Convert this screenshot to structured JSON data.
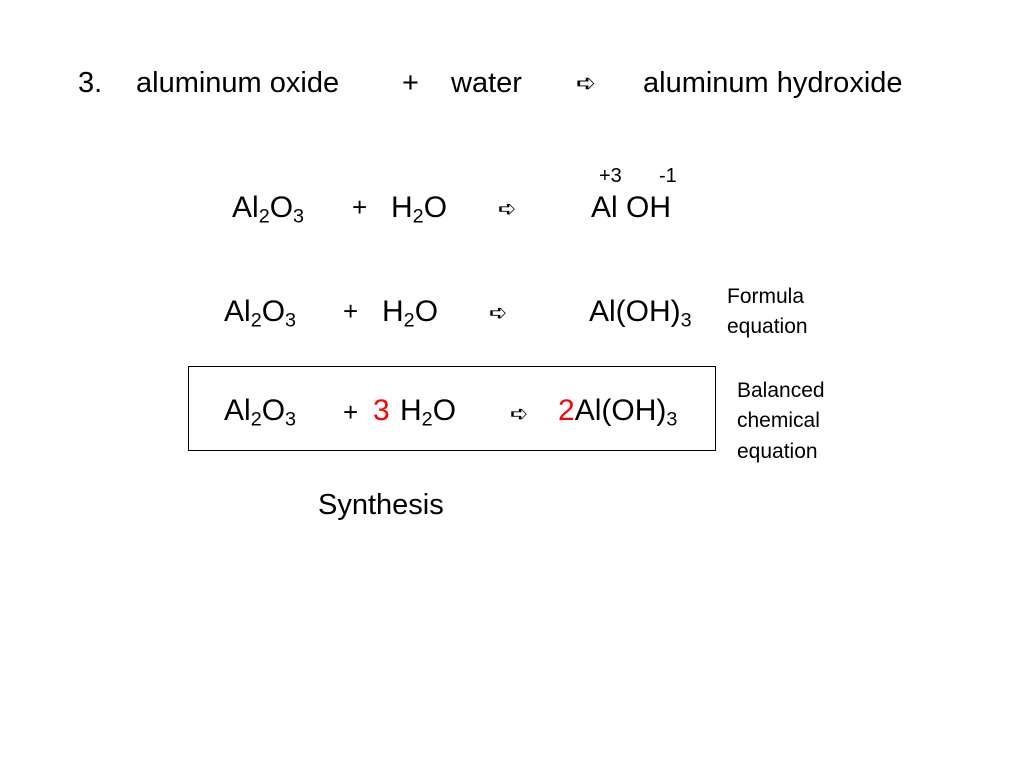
{
  "title": {
    "number": "3.",
    "reactant1": "aluminum oxide",
    "plus": "+",
    "reactant2": "water",
    "arrow": "➪",
    "product": "aluminum hydroxide"
  },
  "charges": {
    "al": "+3",
    "oh": "-1"
  },
  "equations": [
    {
      "r1": {
        "a": "Al",
        "s1": "2",
        "b": "O",
        "s2": "3"
      },
      "plus": "+",
      "coef2": "",
      "r2": {
        "a": "H",
        "s1": "2",
        "b": "O"
      },
      "arrow": "➪",
      "coef_p": "",
      "p": {
        "text": "Al OH",
        "sub": ""
      }
    },
    {
      "r1": {
        "a": "Al",
        "s1": "2",
        "b": "O",
        "s2": "3"
      },
      "plus": "+",
      "coef2": "",
      "r2": {
        "a": "H",
        "s1": "2",
        "b": "O"
      },
      "arrow": "➪",
      "coef_p": "",
      "p": {
        "text": "Al(OH)",
        "sub": "3"
      }
    },
    {
      "r1": {
        "a": "Al",
        "s1": "2",
        "b": "O",
        "s2": "3"
      },
      "plus": "+",
      "coef2": "3",
      "r2": {
        "a": "H",
        "s1": "2",
        "b": "O"
      },
      "arrow": "➪",
      "coef_p": "2",
      "p": {
        "text": "Al(OH)",
        "sub": "3"
      }
    }
  ],
  "labels": {
    "formula": [
      "Formula",
      "equation"
    ],
    "balanced": [
      "Balanced",
      "chemical",
      "equation"
    ]
  },
  "reaction_type": "Synthesis",
  "colors": {
    "coefficient": "#ff0000",
    "text": "#000000"
  }
}
